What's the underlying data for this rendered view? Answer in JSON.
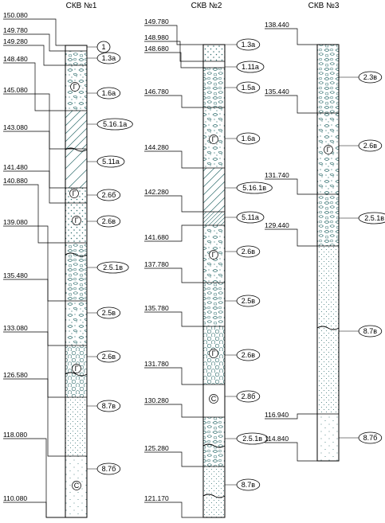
{
  "boreholes": [
    {
      "title": "СКВ №1",
      "elevations": [
        "150.080",
        "149.780",
        "149.280",
        "148.480",
        "145.080",
        "143.080",
        "141.480",
        "140.880",
        "139.080",
        "135.480",
        "133.080",
        "126.580",
        "118.080",
        "110.080"
      ],
      "layers": [
        {
          "label": "1",
          "fill": "blank",
          "symbol": ""
        },
        {
          "label": "1.3а",
          "fill": "rubble",
          "symbol": ""
        },
        {
          "label": "1.6а",
          "fill": "gravel-dots",
          "symbol": "Г"
        },
        {
          "label": "5.16.1а",
          "fill": "hatch",
          "symbol": ""
        },
        {
          "label": "5.11а",
          "fill": "hatch-wide",
          "symbol": ""
        },
        {
          "label": "2.6б",
          "fill": "dots",
          "symbol": "Г"
        },
        {
          "label": "2.6в",
          "fill": "dots",
          "symbol": "Г"
        },
        {
          "label": "2.5.1в",
          "fill": "rubble",
          "symbol": ""
        },
        {
          "label": "2.5в",
          "fill": "gravel-dots",
          "symbol": ""
        },
        {
          "label": "2.6в",
          "fill": "circles",
          "symbol": "Г"
        },
        {
          "label": "8.7в",
          "fill": "sand-dense",
          "symbol": ""
        },
        {
          "label": "8.7б",
          "fill": "sand",
          "symbol": "С"
        }
      ]
    },
    {
      "title": "СКВ №2",
      "elevations": [
        "149.780",
        "148.980",
        "148.680",
        "146.780",
        "144.280",
        "142.280",
        "141.680",
        "137.780",
        "135.780",
        "131.780",
        "130.280",
        "125.280",
        "121.170"
      ],
      "layers": [
        {
          "label": "1.3а",
          "fill": "dots",
          "symbol": ""
        },
        {
          "label": "1.11а",
          "fill": "blank",
          "symbol": ""
        },
        {
          "label": "1.5а",
          "fill": "rubble",
          "symbol": ""
        },
        {
          "label": "1.6а",
          "fill": "gravel-dots",
          "symbol": "Г"
        },
        {
          "label": "5.16.1в",
          "fill": "hatch",
          "symbol": ""
        },
        {
          "label": "5.11а",
          "fill": "hatch-dense",
          "symbol": ""
        },
        {
          "label": "2.6в",
          "fill": "gravel-dots",
          "symbol": "Г"
        },
        {
          "label": "2.5в",
          "fill": "rubble",
          "symbol": ""
        },
        {
          "label": "2.6в",
          "fill": "circles",
          "symbol": "Г"
        },
        {
          "label": "2.8б",
          "fill": "blank",
          "symbol": "С"
        },
        {
          "label": "2.5.1в",
          "fill": "rubble",
          "symbol": ""
        },
        {
          "label": "8.7в",
          "fill": "sand-dense",
          "symbol": ""
        }
      ]
    },
    {
      "title": "СКВ №3",
      "elevations": [
        "138.440",
        "135.440",
        "131.740",
        "129.440",
        "116.940",
        "114.840"
      ],
      "layers": [
        {
          "label": "2.3в",
          "fill": "rubble",
          "symbol": ""
        },
        {
          "label": "2.6в",
          "fill": "gravel-dots",
          "symbol": "Г"
        },
        {
          "label": "2.5.1в",
          "fill": "rubble",
          "symbol": ""
        },
        {
          "label": "8.7в",
          "fill": "sand-dense",
          "symbol": ""
        },
        {
          "label": "8.7б",
          "fill": "sand",
          "symbol": ""
        }
      ]
    }
  ]
}
